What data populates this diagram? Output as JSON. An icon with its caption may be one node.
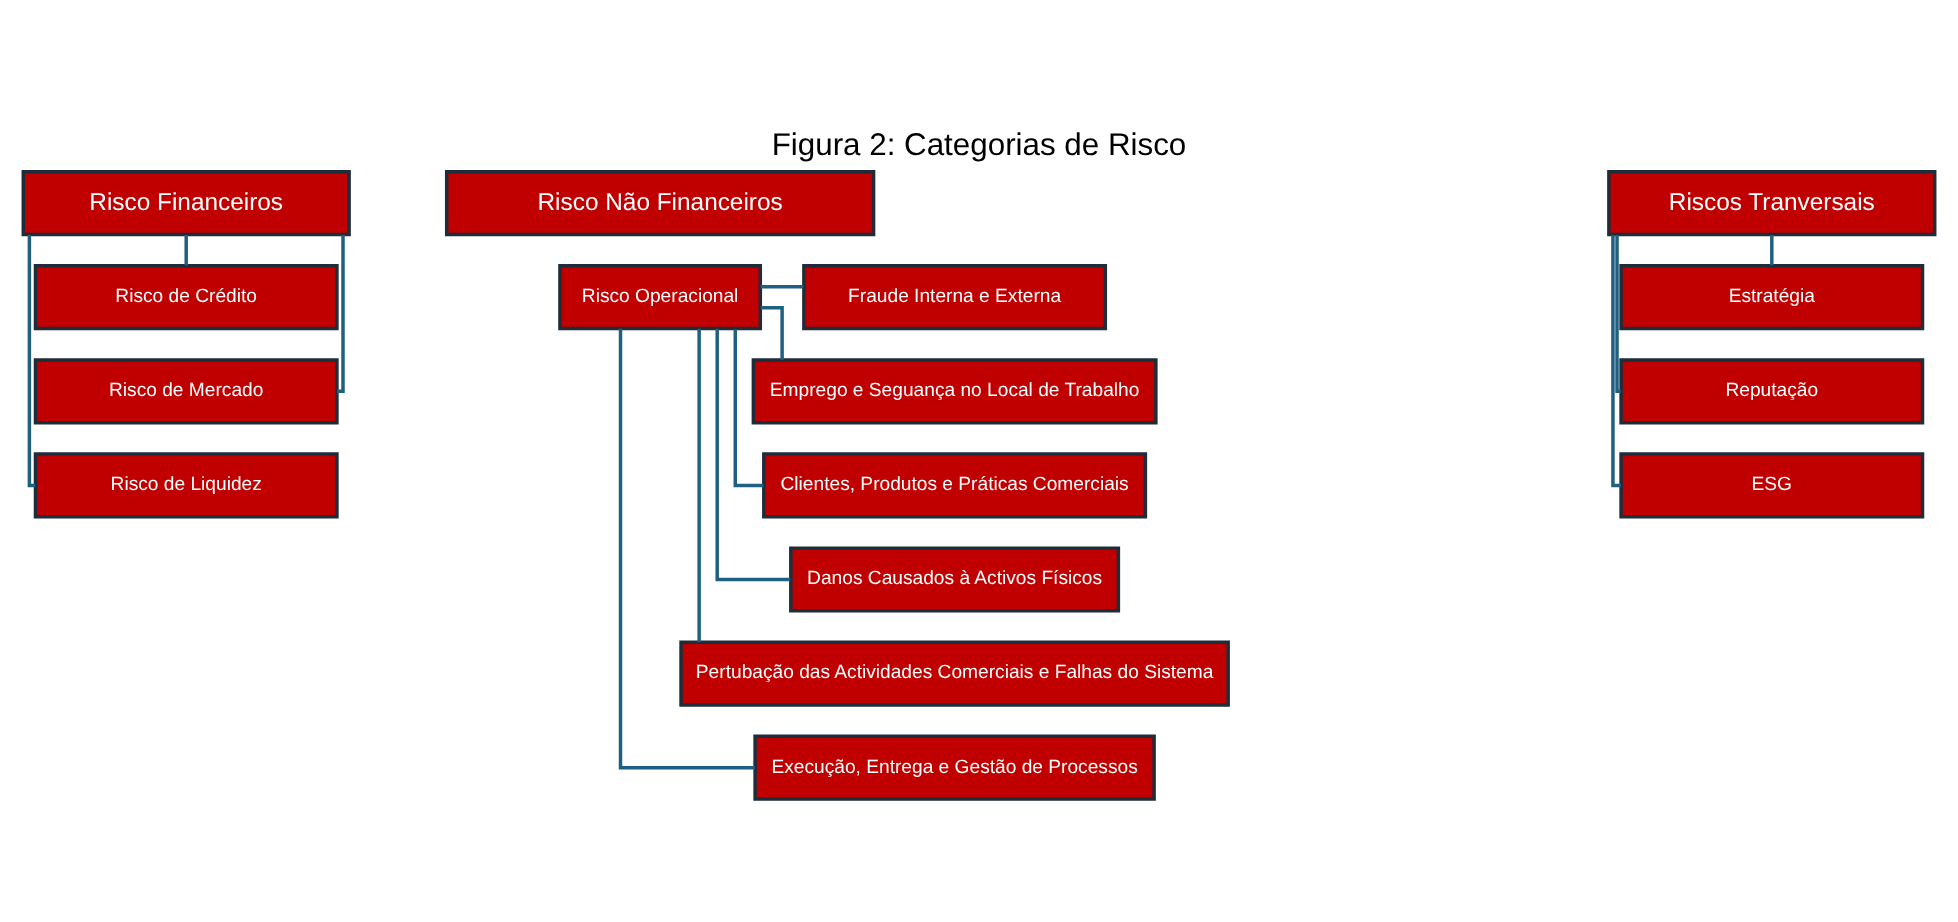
{
  "diagram": {
    "title": "Figura 2: Categorias de Risco",
    "nodes": [
      {
        "text": [
          "Risco Financeiros"
        ]
      },
      {
        "text": [
          "Risco de Crédito"
        ]
      },
      {
        "text": [
          "Risco de Mercado"
        ]
      },
      {
        "text": [
          "Risco de Liquidez"
        ]
      },
      {
        "text": [
          "Risco Não Financeiros"
        ]
      },
      {
        "text": [
          "Risco Operacional"
        ]
      },
      {
        "text": [
          "Fraude Interna e Externa"
        ]
      },
      {
        "text": [
          "Emprego e Seguança no Local de Trabalho"
        ]
      },
      {
        "text": [
          "Clientes, Produtos e Práticas Comerciais"
        ]
      },
      {
        "text": [
          "Danos Causados à Activos Físicos"
        ]
      },
      {
        "text": [
          "Pertubação das Actividades Comerciais e Falhas do Sistema"
        ]
      },
      {
        "text": [
          "Execução, Entrega e Gestão de Processos"
        ]
      },
      {
        "text": [
          "Riscos Tranversais"
        ]
      },
      {
        "text": [
          "Estratégia"
        ]
      },
      {
        "text": [
          "Reputação"
        ]
      },
      {
        "text": [
          "ESG"
        ]
      }
    ],
    "edges": [
      {
        "from": 0,
        "to": 1,
        "arrow": "none"
      },
      {
        "from": 0,
        "to": 2,
        "arrow": "none"
      },
      {
        "from": 0,
        "to": 3,
        "arrow": "none"
      },
      {
        "from": 5,
        "to": 6,
        "arrow": "none"
      },
      {
        "from": 5,
        "to": 7,
        "arrow": "none"
      },
      {
        "from": 5,
        "to": 8,
        "arrow": "none"
      },
      {
        "from": 5,
        "to": 9,
        "arrow": "none"
      },
      {
        "from": 5,
        "to": 10,
        "arrow": "none"
      },
      {
        "from": 5,
        "to": 11,
        "arrow": "none"
      },
      {
        "from": 12,
        "to": 13,
        "arrow": "none"
      },
      {
        "from": 12,
        "to": 14,
        "arrow": "none"
      },
      {
        "from": 12,
        "to": 15,
        "arrow": "none"
      }
    ]
  }
}
